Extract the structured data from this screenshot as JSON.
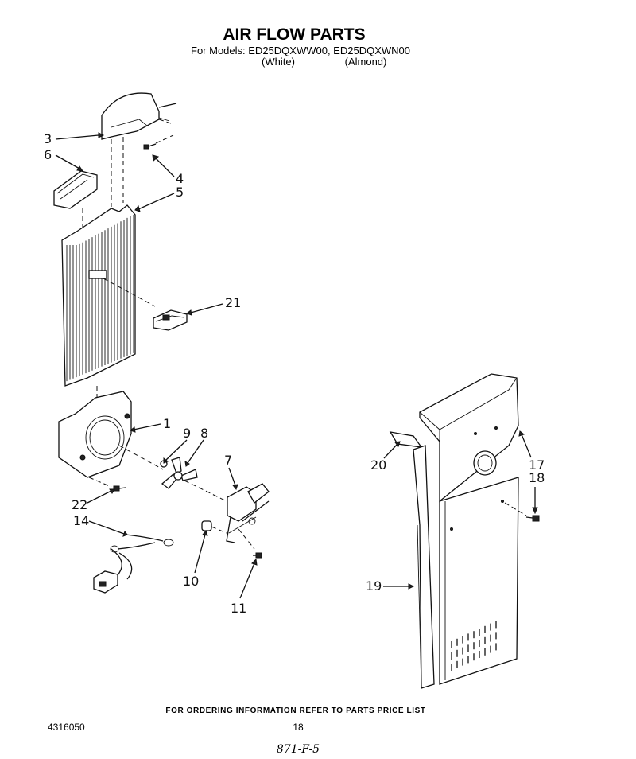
{
  "header": {
    "title": "AIR FLOW PARTS",
    "models_line": "For Models: ED25DQXWW00, ED25DQXWN00",
    "color_white": "(White)",
    "color_almond": "(Almond)"
  },
  "callouts": [
    "3",
    "6",
    "4",
    "5",
    "21",
    "1",
    "9",
    "8",
    "7",
    "22",
    "14",
    "10",
    "11",
    "20",
    "17",
    "18",
    "19"
  ],
  "footer": {
    "notice": "FOR ORDERING INFORMATION REFER TO PARTS PRICE LIST",
    "doc_number": "4316050",
    "page_number": "18",
    "handwritten": "871-F-5"
  }
}
